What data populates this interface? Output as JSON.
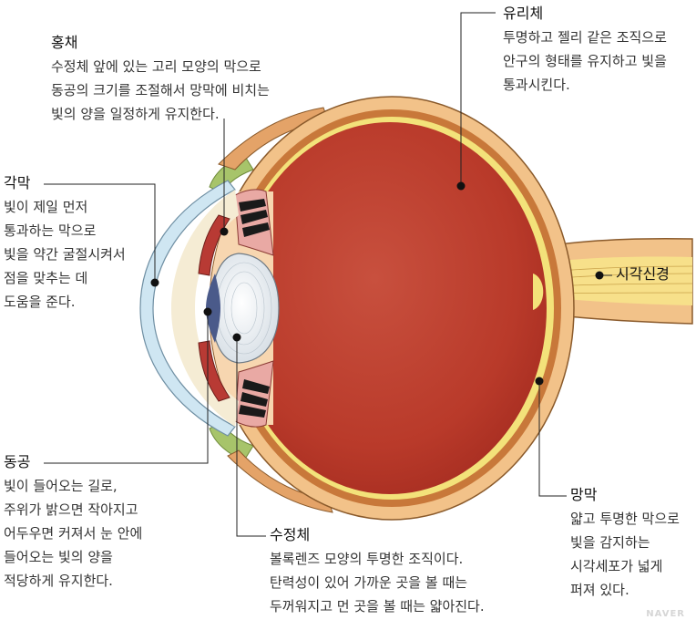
{
  "labels": {
    "iris": {
      "title": "홍채",
      "lines": [
        "수정체 앞에 있는 고리 모양의 막으로",
        "동공의 크기를 조절해서 망막에 비치는",
        "빛의 양을 일정하게 유지한다."
      ]
    },
    "vitreous": {
      "title": "유리체",
      "lines": [
        "투명하고 젤리 같은 조직으로",
        "안구의 형태를 유지하고 빛을",
        "통과시킨다."
      ]
    },
    "cornea": {
      "title": "각막",
      "lines": [
        "빛이 제일 먼저",
        "통과하는 막으로",
        "빛을 약간 굴절시켜서",
        "점을 맞추는 데",
        "도움을 준다."
      ]
    },
    "optic": {
      "title": "시각신경"
    },
    "pupil": {
      "title": "동공",
      "lines": [
        "빛이 들어오는 길로,",
        "주위가 밝으면 작아지고",
        "어두우면 커져서 눈 안에",
        "들어오는 빛의 양을",
        "적당하게 유지한다."
      ]
    },
    "lens": {
      "title": "수정체",
      "lines": [
        "볼록렌즈 모양의 투명한 조직이다.",
        "탄력성이 있어 가까운 곳을 볼 때는",
        "두꺼워지고 먼 곳을 볼 때는 얇아진다."
      ]
    },
    "retina": {
      "title": "망막",
      "lines": [
        "얇고 투명한 막으로",
        "빛을 감지하는",
        "시각세포가 넓게",
        "퍼져 있다."
      ]
    }
  },
  "watermark": "NAVER",
  "colors": {
    "sclera": "#f2c289",
    "choroid": "#c8783a",
    "retina": "#f3e27a",
    "vitreous": "#c0392b",
    "cornea": "#cfe6f2",
    "lens": "#e8eef2",
    "iris": "#b83a34",
    "leader": "#222222"
  }
}
